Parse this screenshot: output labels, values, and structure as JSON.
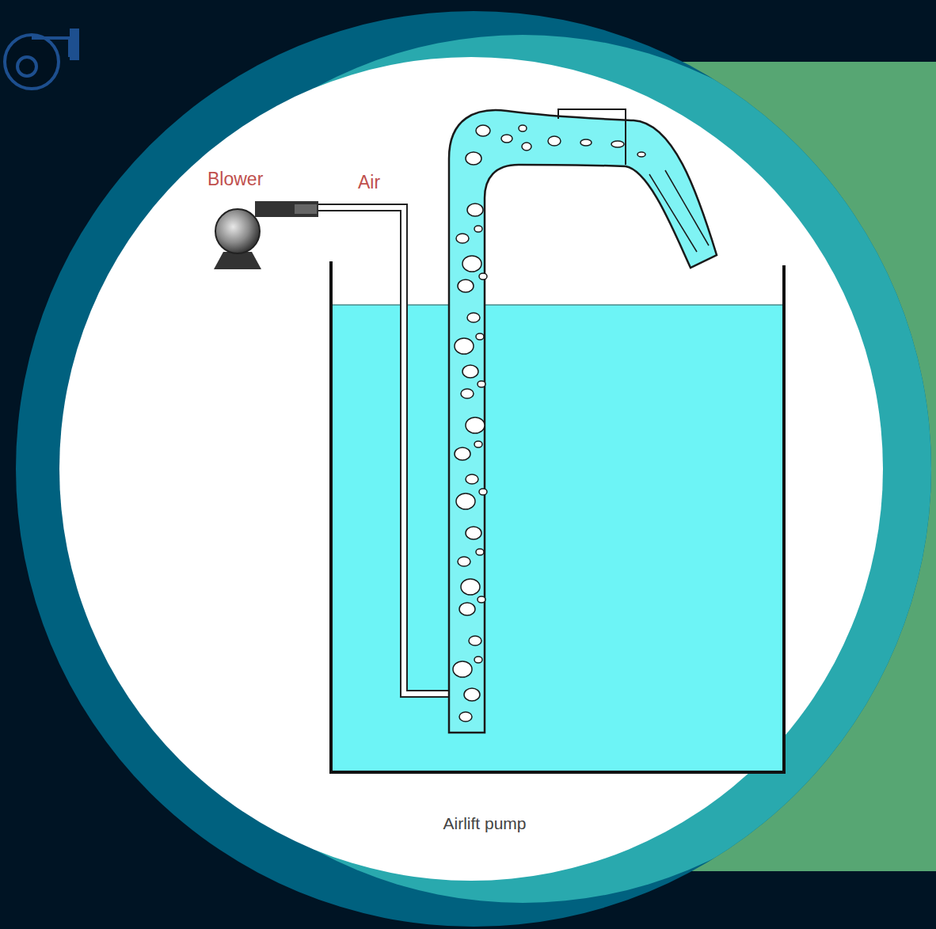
{
  "diagram": {
    "caption": "Airlift pump",
    "labels": [
      "Blower",
      "Air"
    ]
  }
}
